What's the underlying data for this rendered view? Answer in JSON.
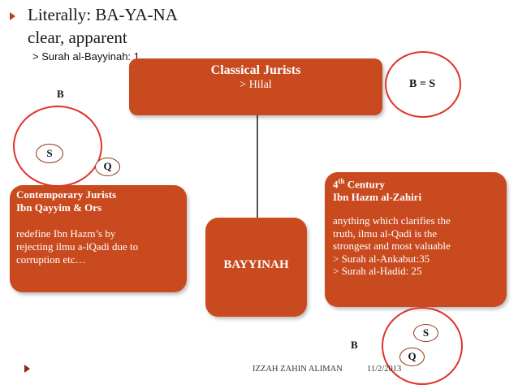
{
  "slide": {
    "bullet_line1": "Literally: BA-YA-NA",
    "bullet_line2": "clear, apparent",
    "bullet_sub": "> Surah al-Bayyinah: 1"
  },
  "boxes": {
    "classical": {
      "title": "Classical Jurists",
      "line": "> Hilal"
    },
    "center": {
      "label": "BAYYINAH"
    },
    "contemporary": {
      "title1": "Contemporary Jurists",
      "title2": "Ibn Qayyim & Ors",
      "body1": "redefine Ibn Hazm’s by",
      "body2": "rejecting ilmu a-lQadi due to",
      "body3": "corruption etc…"
    },
    "ibnhazm": {
      "century_num": "4",
      "century_sup": "th",
      "century_word": " Century",
      "title2": "Ibn Hazm al-Zahiri",
      "body1": "anything which clarifies the",
      "body2": "truth, ilmu al-Qadi is the",
      "body3": "strongest and most valuable",
      "ref1": "> Surah al-Ankabut:35",
      "ref2": "> Surah al-Hadid: 25"
    }
  },
  "labels": {
    "b_eq_s": "B = S",
    "top_left_b": "B",
    "top_left_s": "S",
    "top_left_q": "Q",
    "bottom_b": "B",
    "bottom_s": "S",
    "bottom_q": "Q"
  },
  "footer": {
    "author": "IZZAH ZAHIN ALIMAN",
    "date": "11/2/2013"
  },
  "colors": {
    "box_fill": "#c94a1f",
    "circle": "#e0322a",
    "bullet": "#c0392b"
  }
}
